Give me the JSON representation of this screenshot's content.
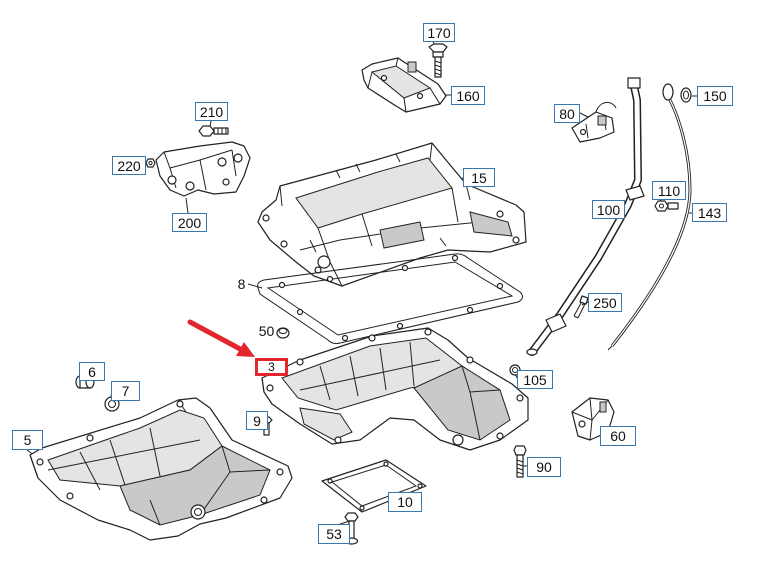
{
  "callouts": [
    "170",
    "160",
    "210",
    "220",
    "200",
    "80",
    "150",
    "15",
    "110",
    "100",
    "143",
    "8",
    "250",
    "50",
    "3",
    "6",
    "105",
    "7",
    "5",
    "9",
    "60",
    "90",
    "10",
    "53"
  ],
  "colors": {
    "highlight": "#e3262b",
    "callout_border": "#3a78ad",
    "line_art": "#222222"
  }
}
